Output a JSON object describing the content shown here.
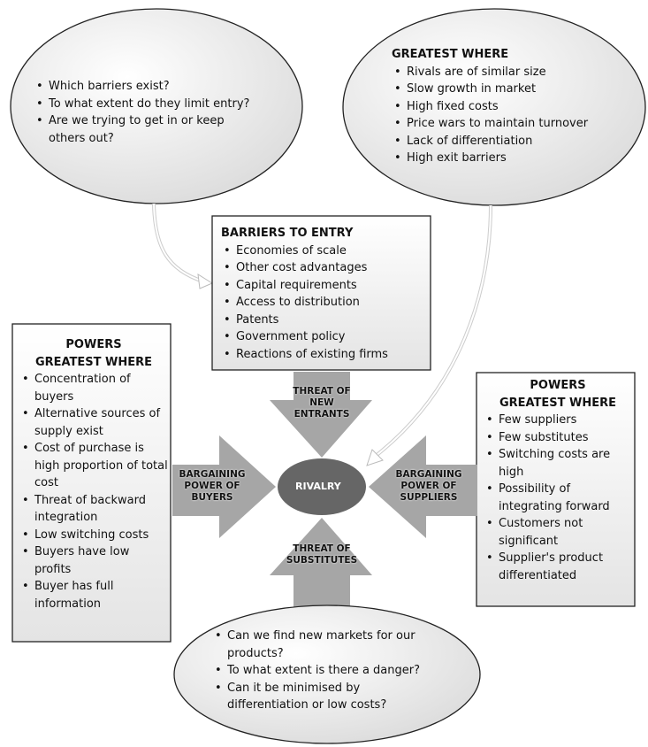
{
  "entry_questions": {
    "items": [
      "Which barriers exist?",
      "To what extent do they limit entry?",
      "Are we trying to get in or keep others out?"
    ]
  },
  "rivalry_greatest": {
    "heading": "GREATEST WHERE",
    "items": [
      "Rivals are of similar size",
      "Slow growth in market",
      "High fixed costs",
      "Price wars to maintain turnover",
      "Lack of differentiation",
      "High exit barriers"
    ]
  },
  "barriers": {
    "heading": "BARRIERS TO ENTRY",
    "items": [
      "Economies of scale",
      "Other cost advantages",
      "Capital requirements",
      "Access to distribution",
      "Patents",
      "Government policy",
      "Reactions of existing firms"
    ]
  },
  "buyers_powers": {
    "heading1": "POWERS",
    "heading2": "GREATEST WHERE",
    "items": [
      "Concentration of buyers",
      "Alternative sources of supply exist",
      "Cost of purchase is high proportion of total cost",
      "Threat of backward integration",
      "Low switching costs",
      "Buyers have low profits",
      "Buyer has full information"
    ]
  },
  "suppliers_powers": {
    "heading1": "POWERS",
    "heading2": "GREATEST WHERE",
    "items": [
      "Few suppliers",
      "Few substitutes",
      "Switching costs are high",
      "Possibility of integrating forward",
      "Customers not significant",
      "Supplier's product differentiated"
    ]
  },
  "substitute_questions": {
    "items": [
      "Can we find new markets for our products?",
      "To what extent is there a danger?",
      "Can it be minimised by differentiation or low costs?"
    ]
  },
  "forces": {
    "new_entrants": "THREAT OF NEW ENTRANTS",
    "buyers": "BARGAINING POWER OF BUYERS",
    "suppliers": "BARGAINING POWER OF SUPPLIERS",
    "substitutes": "THREAT OF SUBSTITUTES",
    "center": "RIVALRY"
  }
}
